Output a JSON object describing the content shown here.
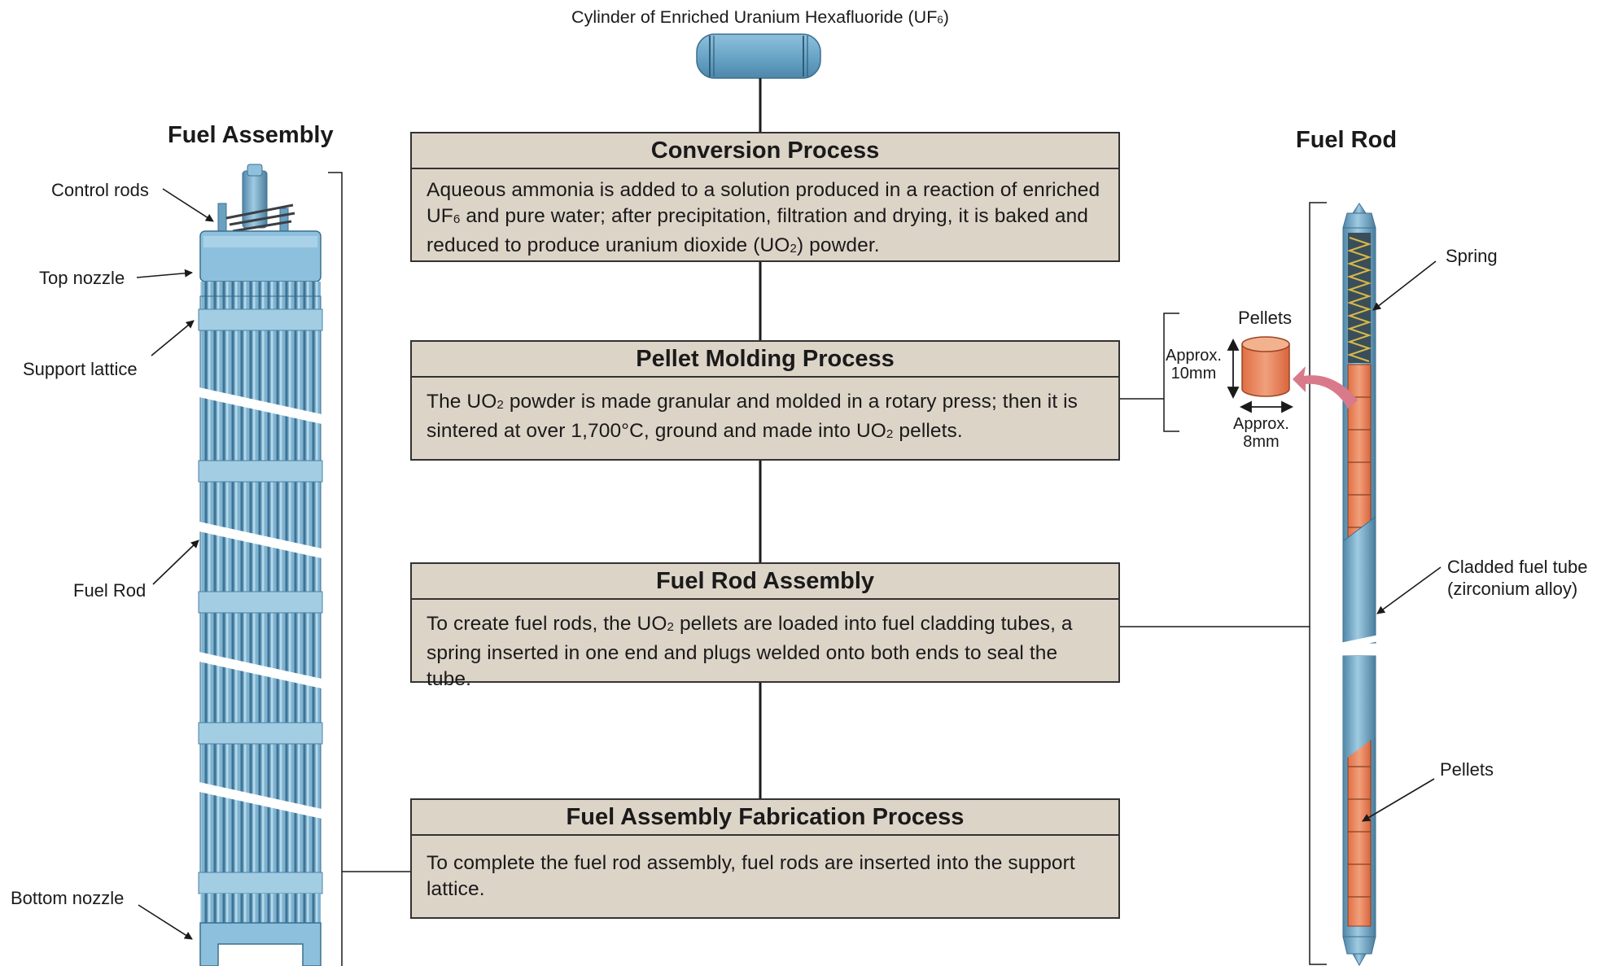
{
  "cylinder_label": {
    "prefix": "Cylinder of Enriched Uranium Hexafluoride (UF",
    "sub": "6",
    "suffix": ")"
  },
  "fuel_assembly": {
    "title": "Fuel Assembly",
    "labels": {
      "control_rods": "Control rods",
      "top_nozzle": "Top nozzle",
      "support_lattice": "Support lattice",
      "fuel_rod": "Fuel Rod",
      "bottom_nozzle": "Bottom nozzle"
    }
  },
  "fuel_rod": {
    "title": "Fuel Rod",
    "labels": {
      "spring": "Spring",
      "cladding_line1": "Cladded fuel tube",
      "cladding_line2": "(zirconium alloy)",
      "pellets": "Pellets"
    }
  },
  "pellet_detail": {
    "label": "Pellets",
    "height_label1": "Approx.",
    "height_label2": "10mm",
    "width_label1": "Approx.",
    "width_label2": "8mm"
  },
  "processes": [
    {
      "title": "Conversion Process",
      "body": {
        "t1": "Aqueous ammonia is added to a solution produced in a reaction of enriched UF",
        "s1": "6",
        "t2": " and pure water; after precipitation, filtration and drying, it is baked and reduced to produce uranium dioxide (UO",
        "s2": "2",
        "t3": ") powder."
      }
    },
    {
      "title": "Pellet Molding Process",
      "body": {
        "t1": "The UO",
        "s1": "2",
        "t2": " powder is made granular and molded in a rotary press; then it is sintered at over 1,700°C, ground and made into UO",
        "s2": "2",
        "t3": " pellets."
      }
    },
    {
      "title": "Fuel Rod Assembly",
      "body": {
        "t1": "To create fuel rods, the UO",
        "s1": "2",
        "t2": " pellets are loaded into fuel cladding tubes, a spring inserted in one end and plugs welded onto both ends to seal the tube."
      }
    },
    {
      "title": "Fuel Assembly Fabrication Process",
      "body": {
        "t1": "To complete the fuel rod assembly, fuel rods are inserted into the support lattice."
      }
    }
  ],
  "colors": {
    "box_fill": "#ddd4c8",
    "metal_blue": "#7fb3d0",
    "pellet_orange": "#e8825a",
    "arrow_pink": "#d97a8a"
  }
}
